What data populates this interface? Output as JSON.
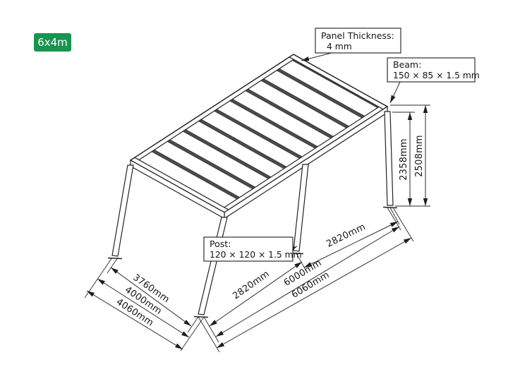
{
  "badge": {
    "label": "6x4m",
    "bg": "#17944F"
  },
  "callouts": {
    "panel": {
      "title": "Panel Thickness:",
      "value": "4 mm"
    },
    "beam": {
      "title": "Beam:",
      "value": "150 × 85 × 1.5 mm"
    },
    "post": {
      "title": "Post:",
      "value": "120 × 120 × 1.5 mm"
    }
  },
  "dims": {
    "height_to_beam_bottom": "2358mm",
    "height_total": "2508mm",
    "bay_side": "2820mm",
    "bay_front": "2820mm",
    "width_inner": "3760mm",
    "width_outer": "4000mm",
    "width_total": "4060mm",
    "length_inner": "6000mm",
    "length_total": "6060mm"
  }
}
